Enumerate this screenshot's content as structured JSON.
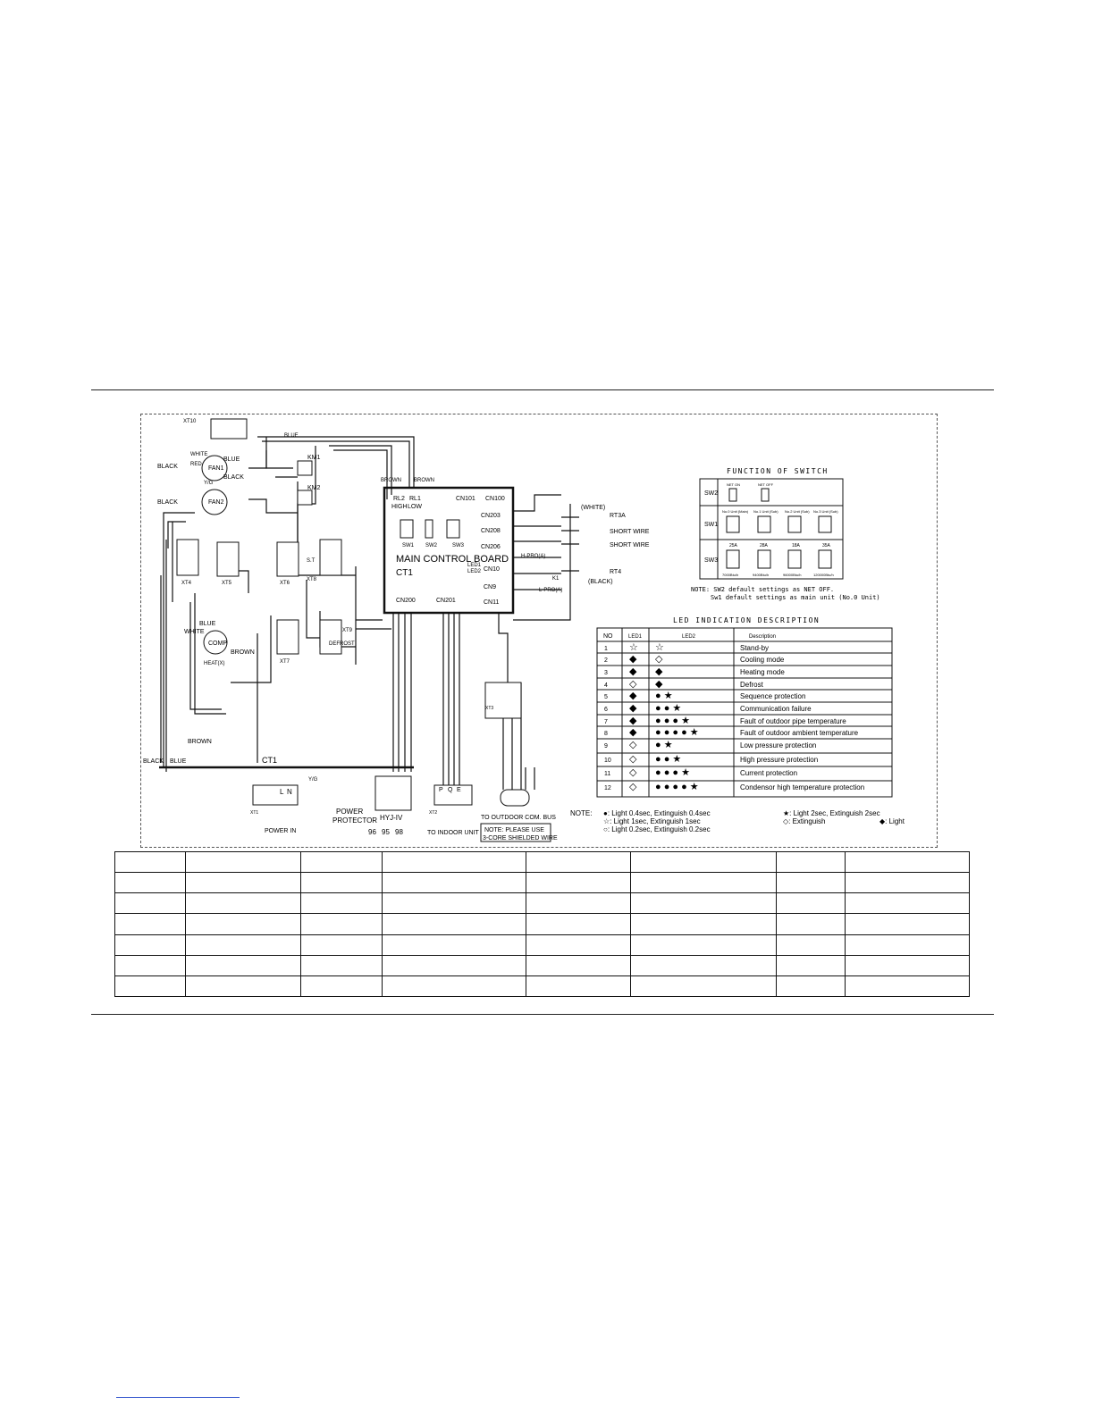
{
  "diagram": {
    "title_main_board": "MAIN CONTROL BOARD",
    "ct1": "CT1",
    "connectors": {
      "cn101": "CN101",
      "cn100": "CN100",
      "cn203": "CN203",
      "cn208": "CN208",
      "cn206": "CN206",
      "cn10": "CN10",
      "cn9": "CN9",
      "cn11": "CN11",
      "cn200": "CN200",
      "cn201": "CN201",
      "rl2": "RL2",
      "rl1": "RL1",
      "high": "HIGH",
      "low": "LOW",
      "sw1": "SW1",
      "sw2": "SW2",
      "sw3": "SW3",
      "led1": "LED1",
      "led2": "LED2"
    },
    "sensors": {
      "rt3a": "RT3A",
      "rt4": "RT4",
      "white": "(WHITE)",
      "black": "(BLACK)",
      "short1": "SHORT WIRE",
      "short2": "SHORT WIRE",
      "hpro": "H-PRO(A)",
      "lpro": "L-PRO(A)",
      "k1": "K1"
    },
    "components": {
      "fan1": "FAN1",
      "fan2": "FAN2",
      "km1": "KM1",
      "km2": "KM2",
      "comp": "COMP",
      "heat": "HEAT(X)",
      "xt4": "XT4",
      "xt5": "XT5",
      "xt6": "XT6",
      "xt8": "XT8",
      "xt7": "XT7",
      "xt9": "XT9",
      "xt10": "XT10",
      "defrost": "DEFROST",
      "st": "S.T"
    },
    "wires": {
      "black": "BLACK",
      "blue": "BLUE",
      "white": "WHITE",
      "red": "RED",
      "yg": "Y/G",
      "brown": "BROWN"
    },
    "terminals": {
      "xt1": "XT1",
      "xt2": "XT2",
      "xt3": "XT3",
      "power_in": "POWER IN",
      "power_protector_1": "POWER",
      "power_protector_2": "PROTECTOR",
      "hyj": "HYJ-IV",
      "p96": "96",
      "p95": "95",
      "p98": "98",
      "to_indoor": "TO INDOOR UNIT",
      "to_outdoor": "TO OUTDOOR COM. BUS",
      "note_shield_1": "NOTE: PLEASE USE",
      "note_shield_2": "3-CORE SHIELDED WIRE",
      "l": "L",
      "n": "N",
      "p": "P",
      "q": "Q",
      "e": "E"
    }
  },
  "switch_function": {
    "title": "FUNCTION OF SWITCH",
    "rows": [
      {
        "name": "SW2",
        "options": [
          "NET ON",
          "NET OFF"
        ]
      },
      {
        "name": "SW1",
        "options": [
          "No.0 Unit (Main)",
          "No.1 Unit (Sub)",
          "No.2 Unit (Sub)",
          "No.3 Unit (Sub)"
        ]
      },
      {
        "name": "SW3",
        "options": [
          "25A",
          "28A",
          "18A",
          "35A"
        ],
        "sub": [
          "7000Btu/h",
          "9400Btu/h",
          "96000Btu/h",
          "120000Btu/h"
        ]
      }
    ],
    "note_1": "NOTE: SW2 default settings as NET OFF.",
    "note_2": "Sw1 default settings as main unit (No.0 Unit)"
  },
  "led_table": {
    "title": "LED INDICATION DESCRIPTION",
    "headers": [
      "NO",
      "LED1",
      "LED2",
      "Description"
    ],
    "rows": [
      {
        "no": "1",
        "led1": "☆",
        "led2": "☆",
        "desc": "Stand-by"
      },
      {
        "no": "2",
        "led1": "◆",
        "led2": "◇",
        "desc": "Cooling mode"
      },
      {
        "no": "3",
        "led1": "◆",
        "led2": "◆",
        "desc": "Heating mode"
      },
      {
        "no": "4",
        "led1": "◇",
        "led2": "◆",
        "desc": "Defrost"
      },
      {
        "no": "5",
        "led1": "◆",
        "led2": "● ★",
        "desc": "Sequence protection"
      },
      {
        "no": "6",
        "led1": "◆",
        "led2": "● ● ★",
        "desc": "Communication failure"
      },
      {
        "no": "7",
        "led1": "◆",
        "led2": "● ● ● ★",
        "desc": "Fault of outdoor pipe temperature"
      },
      {
        "no": "8",
        "led1": "◆",
        "led2": "● ● ● ● ★",
        "desc": "Fault of outdoor ambient temperature"
      },
      {
        "no": "9",
        "led1": "◇",
        "led2": "● ★",
        "desc": "Low pressure protection"
      },
      {
        "no": "10",
        "led1": "◇",
        "led2": "● ● ★",
        "desc": "High pressure protection"
      },
      {
        "no": "11",
        "led1": "◇",
        "led2": "● ● ● ★",
        "desc": "Current protection"
      },
      {
        "no": "12",
        "led1": "◇",
        "led2": "● ● ● ● ★",
        "desc": "Condensor high temperature protection"
      }
    ],
    "note_label": "NOTE:",
    "note_1": "●: Light 0.4sec, Extinguish 0.4sec",
    "note_1b": "★: Light 2sec, Extinguish 2sec",
    "note_2": "☆: Light 1sec,    Extinguish 1sec",
    "note_2b": "◇: Extinguish",
    "note_2c": "◆: Light",
    "note_3": "○: Light 0.2sec, Extinguish 0.2sec"
  }
}
